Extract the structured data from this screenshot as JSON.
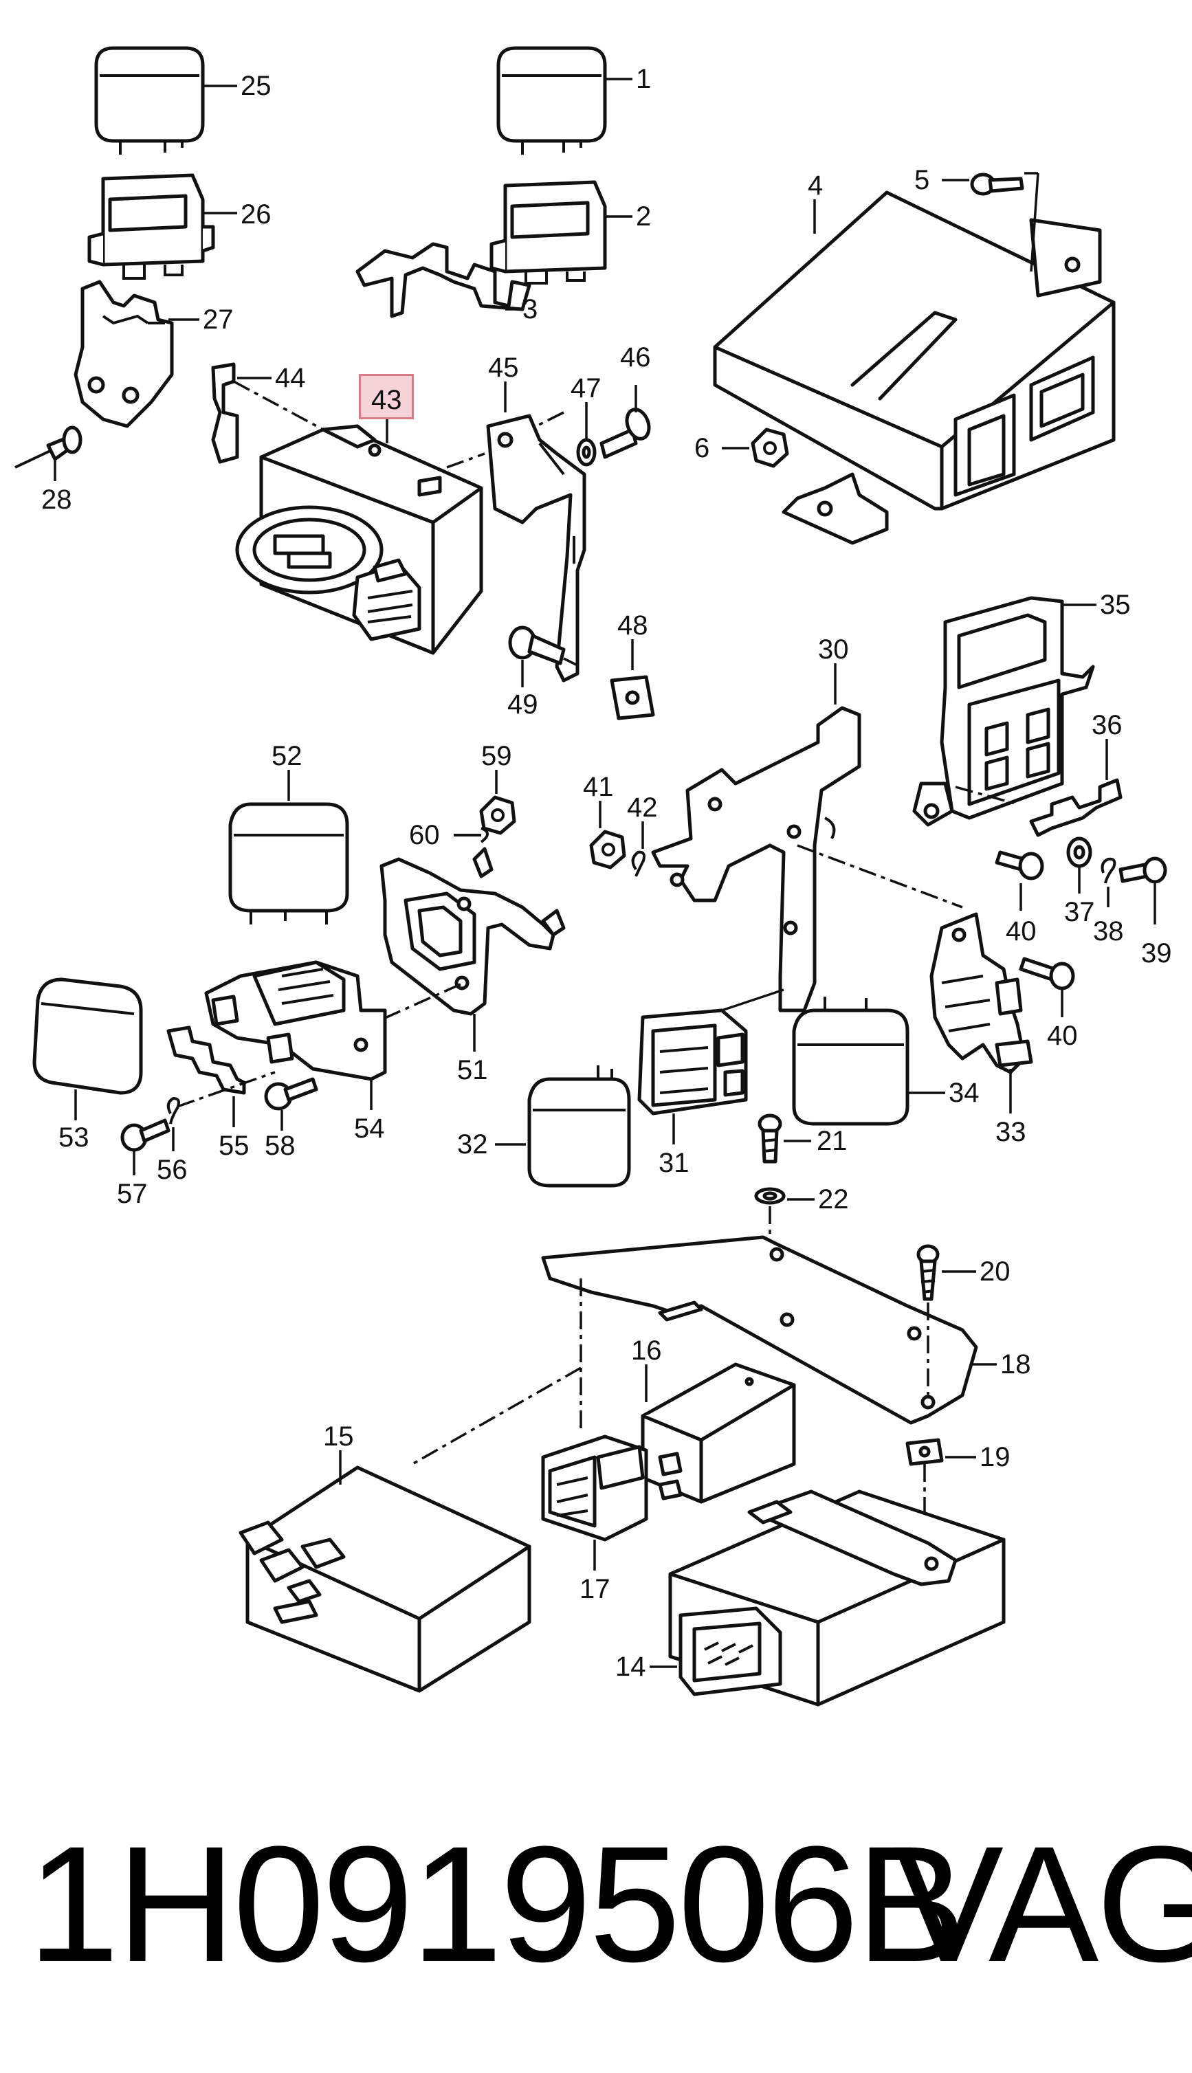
{
  "diagram": {
    "highlighted_callout": "43",
    "highlight_color": "#f6d3d8",
    "highlight_border_color": "#d97a88",
    "callouts": [
      {
        "id": "c1",
        "label": "1"
      },
      {
        "id": "c2",
        "label": "2"
      },
      {
        "id": "c3",
        "label": "3"
      },
      {
        "id": "c4",
        "label": "4"
      },
      {
        "id": "c5",
        "label": "5"
      },
      {
        "id": "c6",
        "label": "6"
      },
      {
        "id": "c14",
        "label": "14"
      },
      {
        "id": "c15",
        "label": "15"
      },
      {
        "id": "c16",
        "label": "16"
      },
      {
        "id": "c17",
        "label": "17"
      },
      {
        "id": "c18",
        "label": "18"
      },
      {
        "id": "c19",
        "label": "19"
      },
      {
        "id": "c20",
        "label": "20"
      },
      {
        "id": "c21",
        "label": "21"
      },
      {
        "id": "c22",
        "label": "22"
      },
      {
        "id": "c25",
        "label": "25"
      },
      {
        "id": "c26",
        "label": "26"
      },
      {
        "id": "c27",
        "label": "27"
      },
      {
        "id": "c28",
        "label": "28"
      },
      {
        "id": "c30",
        "label": "30"
      },
      {
        "id": "c31",
        "label": "31"
      },
      {
        "id": "c32",
        "label": "32"
      },
      {
        "id": "c33",
        "label": "33"
      },
      {
        "id": "c34",
        "label": "34"
      },
      {
        "id": "c35",
        "label": "35"
      },
      {
        "id": "c36",
        "label": "36"
      },
      {
        "id": "c37",
        "label": "37"
      },
      {
        "id": "c38",
        "label": "38"
      },
      {
        "id": "c39",
        "label": "39"
      },
      {
        "id": "c40a",
        "label": "40"
      },
      {
        "id": "c40b",
        "label": "40"
      },
      {
        "id": "c41",
        "label": "41"
      },
      {
        "id": "c42",
        "label": "42"
      },
      {
        "id": "c43",
        "label": "43"
      },
      {
        "id": "c44",
        "label": "44"
      },
      {
        "id": "c45",
        "label": "45"
      },
      {
        "id": "c46",
        "label": "46"
      },
      {
        "id": "c47",
        "label": "47"
      },
      {
        "id": "c48",
        "label": "48"
      },
      {
        "id": "c49",
        "label": "49"
      },
      {
        "id": "c51",
        "label": "51"
      },
      {
        "id": "c52",
        "label": "52"
      },
      {
        "id": "c53",
        "label": "53"
      },
      {
        "id": "c54",
        "label": "54"
      },
      {
        "id": "c55",
        "label": "55"
      },
      {
        "id": "c56",
        "label": "56"
      },
      {
        "id": "c57",
        "label": "57"
      },
      {
        "id": "c58",
        "label": "58"
      },
      {
        "id": "c59",
        "label": "59"
      },
      {
        "id": "c60",
        "label": "60"
      }
    ]
  },
  "footer": {
    "part_number": "1H0919506B",
    "brand": "VAG"
  }
}
